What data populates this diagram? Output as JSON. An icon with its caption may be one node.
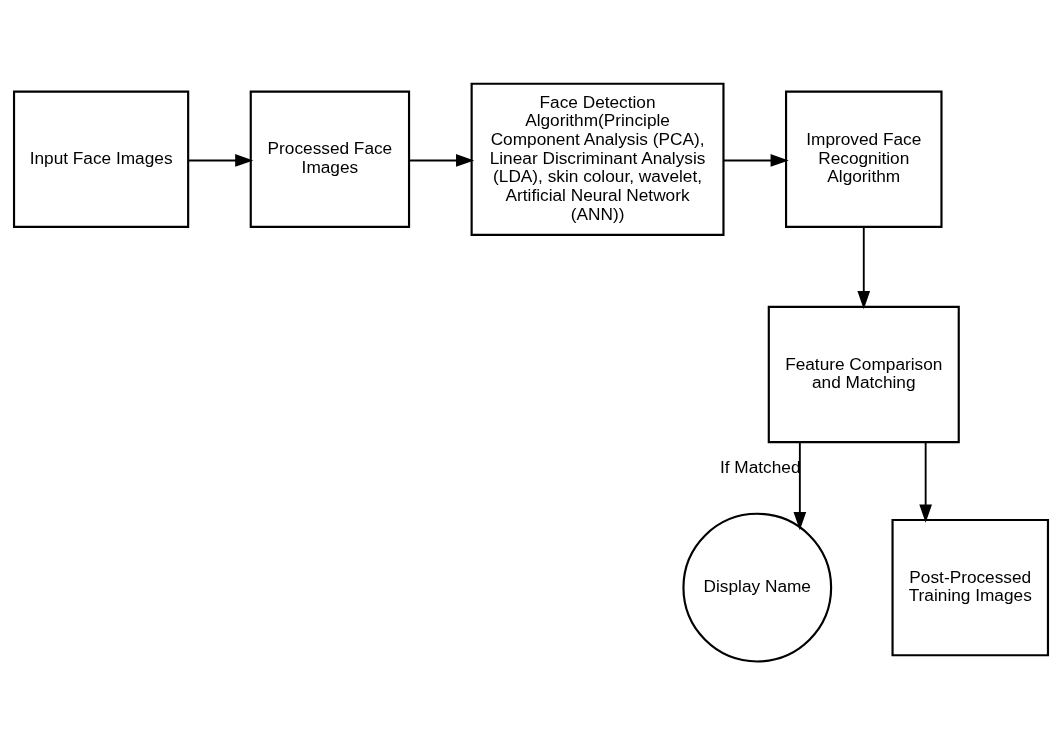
{
  "diagram": {
    "nodes": [
      {
        "text": [
          "Input Face Images"
        ]
      },
      {
        "text": [
          "Processed Face Images"
        ]
      },
      {
        "text": [
          "Face Detection Algorithm(Principle Component Analysis (PCA), Linear Discriminant Analysis (LDA), skin colour, wavelet, Artificial Neural Network (ANN))"
        ]
      },
      {
        "text": [
          "Improved Face Recognition Algorithm"
        ]
      },
      {
        "text": [
          "Feature Comparison and Matching"
        ]
      },
      {
        "text": [
          "Display Name"
        ]
      },
      {
        "text": [
          "Post-Processed Training Images"
        ]
      }
    ],
    "edges": [
      {
        "from": 0,
        "to": 1,
        "arrow": "to"
      },
      {
        "from": 1,
        "to": 2,
        "arrow": "to"
      },
      {
        "from": 2,
        "to": 3,
        "arrow": "to"
      },
      {
        "from": 3,
        "to": 4,
        "arrow": "to"
      },
      {
        "from": 4,
        "to": 5,
        "arrow": "to",
        "label": "If Matched"
      },
      {
        "from": 4,
        "to": 6,
        "arrow": "to"
      }
    ]
  }
}
